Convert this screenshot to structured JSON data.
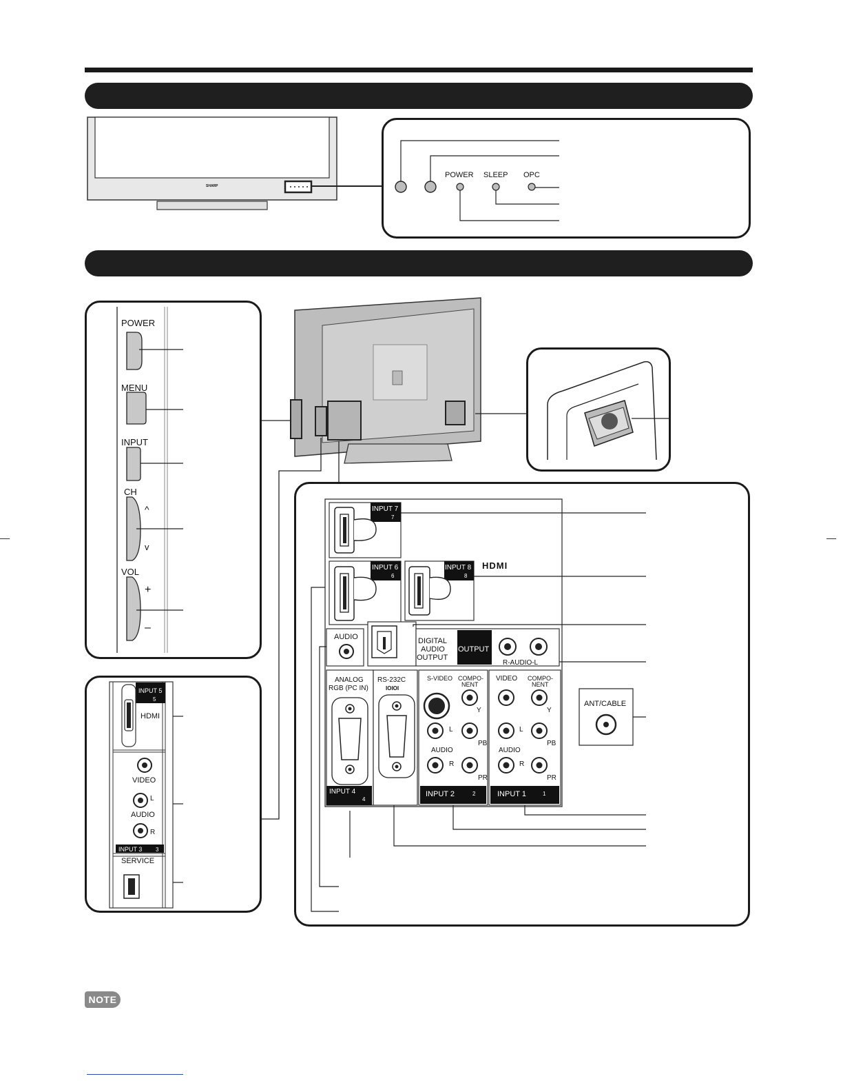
{
  "front_panel": {
    "brand": "SHARP",
    "indicators": [
      "POWER",
      "SLEEP",
      "OPC"
    ]
  },
  "side_buttons": [
    "POWER",
    "MENU",
    "INPUT",
    "CH",
    "VOL"
  ],
  "side_symbols": {
    "ch_up": "^",
    "ch_down": "v",
    "vol_up": "+",
    "vol_down": "–"
  },
  "side_terminals": {
    "input5": "INPUT 5",
    "input5_num": "5",
    "hdmi": "HDMI",
    "video": "VIDEO",
    "audio": "AUDIO",
    "l": "L",
    "r": "R",
    "input3": "INPUT 3",
    "input3_num": "3",
    "service": "SERVICE"
  },
  "rear_terminals": {
    "input7": "INPUT 7",
    "input7_num": "7",
    "input6": "INPUT 6",
    "input6_num": "6",
    "input8": "INPUT 8",
    "input8_num": "8",
    "hdmi_logo": "HDMI",
    "audio": "AUDIO",
    "digital_audio_output": [
      "DIGITAL",
      "AUDIO",
      "OUTPUT"
    ],
    "output": "OUTPUT",
    "r_audio_l": "R-AUDIO-L",
    "analog_rgb": [
      "ANALOG",
      "RGB (PC IN)"
    ],
    "rs232c": "RS-232C",
    "rs232c_symbol": "IOIOI",
    "s_video": "S-VIDEO",
    "component": [
      "COMPO-",
      "NENT"
    ],
    "video": "VIDEO",
    "y": "Y",
    "pb": "PB",
    "pr": "PR",
    "l": "L",
    "r": "R",
    "audio_label": "AUDIO",
    "input4": "INPUT 4",
    "input4_num": "4",
    "input2": "INPUT 2",
    "input2_num": "2",
    "input1": "INPUT 1",
    "input1_num": "1",
    "ant_cable": "ANT/CABLE"
  },
  "note_badge": "NOTE"
}
